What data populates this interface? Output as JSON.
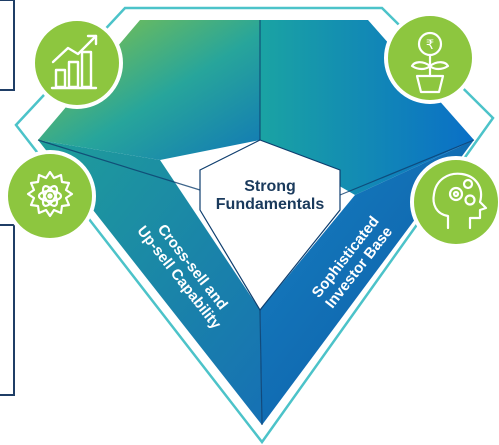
{
  "center_label": [
    "Strong",
    "Fundamentals"
  ],
  "left_facet_label": [
    "Cross-sell and",
    "Up-sell Capability"
  ],
  "right_facet_label": [
    "Sophisticated",
    "Investor Base"
  ],
  "icons": [
    {
      "name": "growth-chart-icon"
    },
    {
      "name": "rupee-plant-icon"
    },
    {
      "name": "gear-atom-icon"
    },
    {
      "name": "head-gears-icon"
    }
  ],
  "colors": {
    "outline": "#4cc3c9",
    "green": "#8dc63f",
    "teal": "#1aa3a3",
    "blue": "#0a74c4",
    "left_border": "#1f3e66",
    "text_dark": "#1a3a5c"
  }
}
